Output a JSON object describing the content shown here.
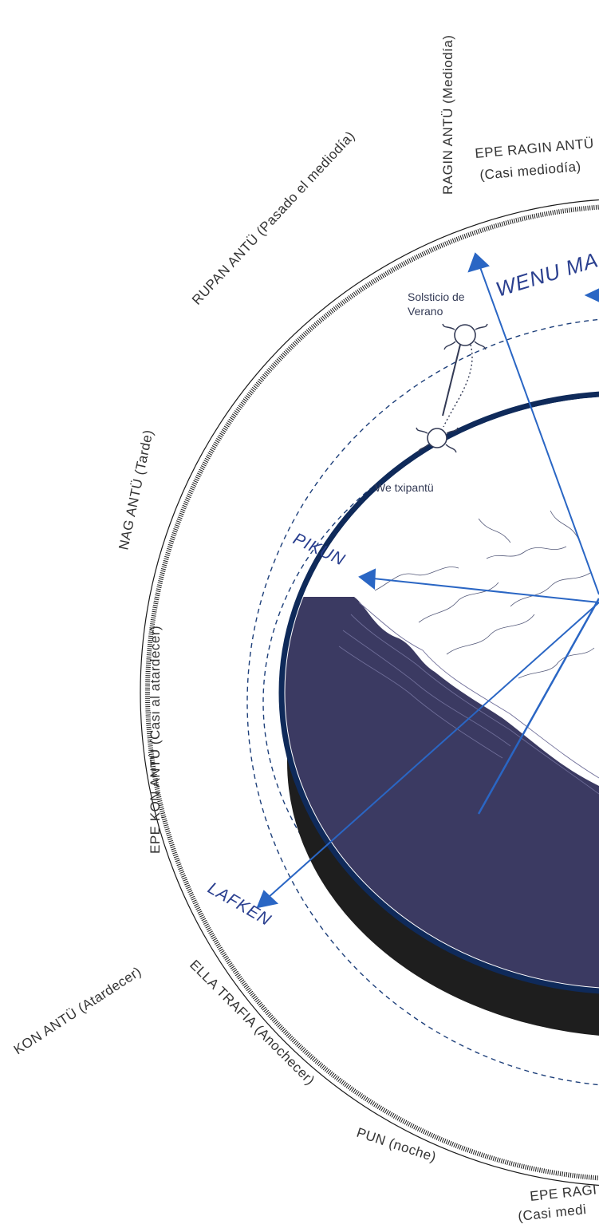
{
  "time_labels": {
    "ragin_antu": "RAGIN ANTÜ (Mediodía)",
    "epe_ragin_top_1": "EPE RAGIN ANTÜ",
    "epe_ragin_top_2": "(Casi mediodía)",
    "rupan_antu": "RUPAN ANTÜ (Pasado el mediodía)",
    "nag_antu": "NAG ANTÜ (Tarde)",
    "epe_kon_antu": "EPE KON ANTÜ (Casi al atardecer)",
    "kon_antu": "KON ANTÜ (Atardecer)",
    "ella_trafia": "ELLA TRAFIA (Anochecer)",
    "pun": "PUN (noche)",
    "epe_ragin_bottom_1": "EPE RAGI",
    "epe_ragin_bottom_2": "(Casi medi"
  },
  "directions": {
    "wenu_mapu": "WENU MA",
    "pikun": "PIKUN",
    "lafken": "LAFKEN"
  },
  "sun_labels": {
    "solsticio_1": "Solsticio de",
    "solsticio_2": "Verano",
    "we_txipantu": "We txipantü"
  },
  "colors": {
    "ocean": "#3b3a62",
    "shadow": "#1e1e1e",
    "earth_rim": "#0f2a5a",
    "direction_arrow": "#2a66c4",
    "orbit_dash": "#1d3f7a",
    "outer_circle": "#1a1a1a"
  }
}
